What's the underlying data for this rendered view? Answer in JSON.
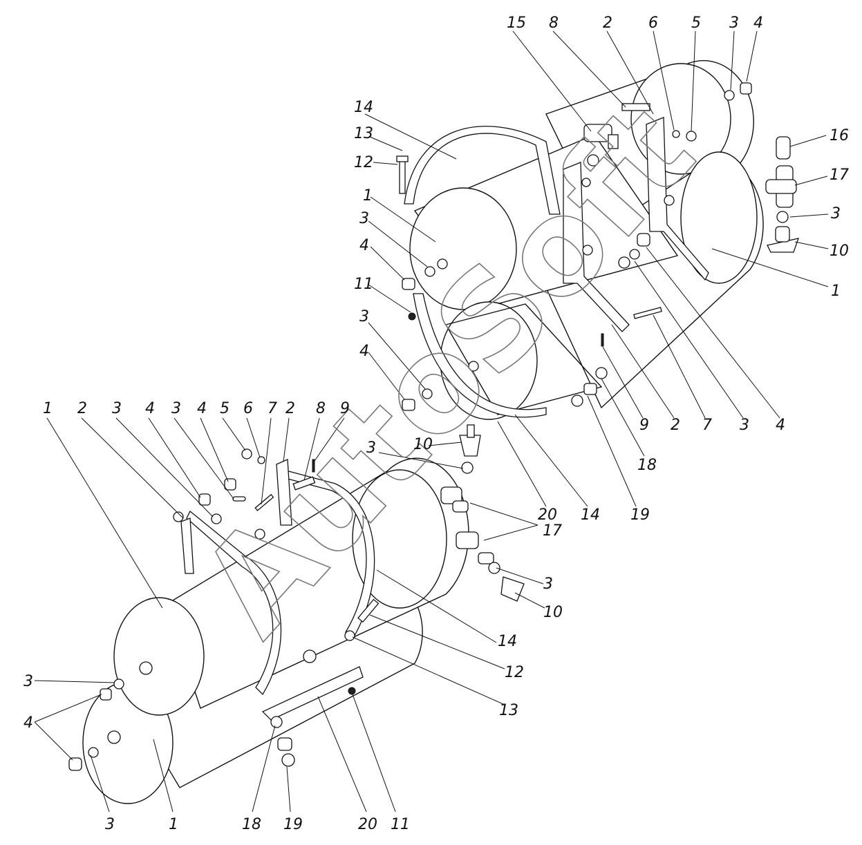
{
  "header_mark": "",
  "watermark": "AutoSoft",
  "callouts": {
    "top_assembly": [
      "15",
      "8",
      "2",
      "6",
      "5",
      "3",
      "4",
      "14",
      "13",
      "12",
      "1",
      "3",
      "4",
      "11",
      "3",
      "4",
      "16",
      "17",
      "3",
      "10",
      "1",
      "9",
      "2",
      "7",
      "3",
      "4",
      "10",
      "18",
      "19",
      "20",
      "14",
      "3"
    ],
    "bottom_assembly": [
      "1",
      "2",
      "3",
      "4",
      "3",
      "4",
      "5",
      "6",
      "7",
      "2",
      "8",
      "9",
      "17",
      "3",
      "10",
      "14",
      "12",
      "13",
      "3",
      "4",
      "3",
      "1",
      "18",
      "19",
      "20",
      "11"
    ]
  },
  "colors": {
    "ink": "#111111",
    "paper": "#ffffff",
    "watermark": "#777777"
  }
}
